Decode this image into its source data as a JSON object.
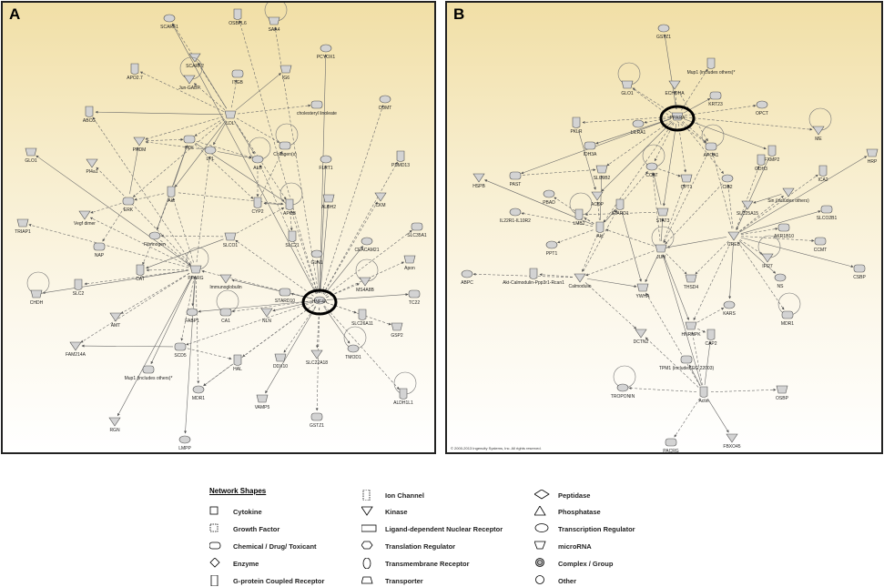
{
  "panels": [
    {
      "letter": "A",
      "nodes": [
        {
          "id": "SCARF1",
          "label": "SCARF1"
        },
        {
          "id": "OSBPL6",
          "label": "OSBPL6"
        },
        {
          "id": "SAA4",
          "label": "SAA4"
        },
        {
          "id": "SCARF2",
          "label": "SCARF2"
        },
        {
          "id": "ITGB",
          "label": "ITGB"
        },
        {
          "id": "PCYOX1",
          "label": "PCYOX1"
        },
        {
          "id": "APOL",
          "label": "APO2.7"
        },
        {
          "id": "IGS",
          "label": "IG6"
        },
        {
          "id": "JUNGABP",
          "label": "Jun-GABP"
        },
        {
          "id": "CHOL",
          "label": "cholesteryl linoleate"
        },
        {
          "id": "COMT",
          "label": "COMT"
        },
        {
          "id": "ABCG",
          "label": "ABCG"
        },
        {
          "id": "LDL",
          "label": "LDL"
        },
        {
          "id": "PRDM",
          "label": "PRDM"
        },
        {
          "id": "COLL",
          "label": "Collagen(s)"
        },
        {
          "id": "FLRT1",
          "label": "FLRT1"
        },
        {
          "id": "PSMD13",
          "label": "PSMD13"
        },
        {
          "id": "GLO1",
          "label": "GLO1"
        },
        {
          "id": "PI4A1",
          "label": "PI4a1"
        },
        {
          "id": "HDL",
          "label": "HDL"
        },
        {
          "id": "ALB",
          "label": "ALB"
        },
        {
          "id": "AKT",
          "label": "Akt"
        },
        {
          "id": "TRIAP1",
          "label": "TRIAP1"
        },
        {
          "id": "VEGF",
          "label": "Vegf dimer"
        },
        {
          "id": "ERK",
          "label": "ERK"
        },
        {
          "id": "FLDC",
          "label": "Fibrinogen"
        },
        {
          "id": "APOB",
          "label": "APOB"
        },
        {
          "id": "ALDH2",
          "label": "ALDH2"
        },
        {
          "id": "CKM",
          "label": "CKM"
        },
        {
          "id": "SLC35A1",
          "label": "SLC35A1"
        },
        {
          "id": "CEACAM21",
          "label": "CEACAM21"
        },
        {
          "id": "CAT",
          "label": "CAT"
        },
        {
          "id": "PPARG",
          "label": "PPARG"
        },
        {
          "id": "IMMG",
          "label": "Immunoglobulin"
        },
        {
          "id": "STARD10",
          "label": "STARD10"
        },
        {
          "id": "GLN1",
          "label": "GLN1"
        },
        {
          "id": "SLC21",
          "label": "SLC21"
        },
        {
          "id": "APON",
          "label": "Apon"
        },
        {
          "id": "MS4A8B",
          "label": "MS4A8B"
        },
        {
          "id": "TC22",
          "label": "TC22"
        },
        {
          "id": "HNF4A",
          "label": "HNF4A",
          "highlight": true
        },
        {
          "id": "CYP2",
          "label": "CYP2"
        },
        {
          "id": "SLCO1",
          "label": "SLCO1"
        },
        {
          "id": "NLN",
          "label": "NLN"
        },
        {
          "id": "CA1",
          "label": "CA1"
        },
        {
          "id": "FABP",
          "label": "FABP1"
        },
        {
          "id": "SLC26A11",
          "label": "SLC26A11"
        },
        {
          "id": "GSP2",
          "label": "GSP2"
        },
        {
          "id": "FAM214A",
          "label": "FAM214A"
        },
        {
          "id": "SCD5",
          "label": "SCD5"
        },
        {
          "id": "TMOD1",
          "label": "TMOD1"
        },
        {
          "id": "HAL",
          "label": "HAL"
        },
        {
          "id": "DDX10",
          "label": "DDX10"
        },
        {
          "id": "SLC22A18",
          "label": "SLC22A18"
        },
        {
          "id": "MUP1",
          "label": "Mup1 (includes others)*"
        },
        {
          "id": "MDR1",
          "label": "MDR1"
        },
        {
          "id": "ALDH1L1",
          "label": "ALDH1L1"
        },
        {
          "id": "VAMP5",
          "label": "VAMP5"
        },
        {
          "id": "RGN",
          "label": "RGN"
        },
        {
          "id": "GSTZ1",
          "label": "GSTZ1"
        },
        {
          "id": "LMPP",
          "label": "LMPP"
        },
        {
          "id": "SLC2",
          "label": "SLC2"
        },
        {
          "id": "CHDH",
          "label": "CHDH"
        },
        {
          "id": "AMT",
          "label": "AMT"
        },
        {
          "id": "NAP",
          "label": "NAP"
        },
        {
          "id": "LPL",
          "label": "LPL"
        }
      ]
    },
    {
      "letter": "B",
      "copyright": "© 2000-2013 Ingenuity Systems, Inc. All rights reserved.",
      "nodes": [
        {
          "id": "GSTZ1",
          "label": "GSTZ1"
        },
        {
          "id": "MUP1",
          "label": "Mup1 (includes others)*"
        },
        {
          "id": "GLO1",
          "label": "GLO1"
        },
        {
          "id": "ECHDHA",
          "label": "ECHDHA"
        },
        {
          "id": "KRT23",
          "label": "KRT23"
        },
        {
          "id": "OPCT",
          "label": "OPCT"
        },
        {
          "id": "PKLR",
          "label": "PKLR"
        },
        {
          "id": "PPARA",
          "label": "PPARA",
          "highlight": true
        },
        {
          "id": "ME",
          "label": "ME"
        },
        {
          "id": "IDH3A",
          "label": "IDH3A"
        },
        {
          "id": "LILRA1",
          "label": "LILRA1"
        },
        {
          "id": "FXMP2",
          "label": "FXMP2"
        },
        {
          "id": "SLC9B2",
          "label": "SLC9B2"
        },
        {
          "id": "ACDP",
          "label": "ACDP"
        },
        {
          "id": "APOA1",
          "label": "APOA1"
        },
        {
          "id": "CIB2",
          "label": "CIB2"
        },
        {
          "id": "GDH3",
          "label": "GDH3"
        },
        {
          "id": "HRP",
          "label": "HRP"
        },
        {
          "id": "HSPB",
          "label": "HSPB"
        },
        {
          "id": "PAST",
          "label": "PAST"
        },
        {
          "id": "CCAT",
          "label": "CCAT"
        },
        {
          "id": "ICA2",
          "label": "ICA2"
        },
        {
          "id": "CPT1",
          "label": "CPT1"
        },
        {
          "id": "SIN",
          "label": "Sin (includes others)"
        },
        {
          "id": "SLC02B1",
          "label": "SLCO2B1"
        },
        {
          "id": "IL22R",
          "label": "IL22R1-IL10R2"
        },
        {
          "id": "LMB2",
          "label": "LMB2"
        },
        {
          "id": "STAT3",
          "label": "STAT3"
        },
        {
          "id": "SLC25A15",
          "label": "SLC25A15"
        },
        {
          "id": "AKR1B10",
          "label": "AKR1B10"
        },
        {
          "id": "PPT1",
          "label": "PPT1"
        },
        {
          "id": "AKT",
          "label": "Akt"
        },
        {
          "id": "JUN",
          "label": "JUN"
        },
        {
          "id": "CREB",
          "label": "CREB"
        },
        {
          "id": "CCMT",
          "label": "CCMT"
        },
        {
          "id": "ABPC",
          "label": "ABPC"
        },
        {
          "id": "AKTCAL",
          "label": "Akt-Calmodulin-Ppp3r1-Rcan1"
        },
        {
          "id": "THSD4",
          "label": "THSD4"
        },
        {
          "id": "IFI27",
          "label": "IFI27"
        },
        {
          "id": "CSBP",
          "label": "CSBP"
        },
        {
          "id": "PBAD",
          "label": "PBAD"
        },
        {
          "id": "STARD1",
          "label": "STARD1"
        },
        {
          "id": "YWHA",
          "label": "YWHA"
        },
        {
          "id": "CALM",
          "label": "Calmodulin"
        },
        {
          "id": "MDR1",
          "label": "MDR1"
        },
        {
          "id": "KARS",
          "label": "KARS"
        },
        {
          "id": "CAP2",
          "label": "CAP2"
        },
        {
          "id": "HNRNPK",
          "label": "HNRNPK"
        },
        {
          "id": "DCTN2",
          "label": "DCTN2"
        },
        {
          "id": "TPM1",
          "label": "TPM1 (includes EG:22003)"
        },
        {
          "id": "TROPONIN",
          "label": "TROPONIN"
        },
        {
          "id": "ACTIN",
          "label": "Actin"
        },
        {
          "id": "OSBP",
          "label": "OSBP"
        },
        {
          "id": "FBXO45",
          "label": "FBXO45"
        },
        {
          "id": "PACRG",
          "label": "PACRG"
        },
        {
          "id": "NS",
          "label": "NS"
        }
      ]
    }
  ],
  "legend": {
    "title": "Network Shapes",
    "items": [
      {
        "shape": "cytokine",
        "label": "Cytokine"
      },
      {
        "shape": "growth-factor",
        "label": "Growth Factor"
      },
      {
        "shape": "chemical",
        "label": "Chemical / Drug/ Toxicant"
      },
      {
        "shape": "enzyme",
        "label": "Enzyme"
      },
      {
        "shape": "gpcr",
        "label": "G-protein Coupled Receptor"
      },
      {
        "shape": "ion-channel",
        "label": "Ion Channel"
      },
      {
        "shape": "kinase",
        "label": "Kinase"
      },
      {
        "shape": "nuclear-receptor",
        "label": "Ligand-dependent Nuclear Receptor"
      },
      {
        "shape": "translation-regulator",
        "label": "Translation Regulator"
      },
      {
        "shape": "transmembrane-receptor",
        "label": "Transmembrane Receptor"
      },
      {
        "shape": "transporter",
        "label": "Transporter"
      },
      {
        "shape": "peptidase",
        "label": "Peptidase"
      },
      {
        "shape": "phosphatase",
        "label": "Phosphatase"
      },
      {
        "shape": "transcription-regulator",
        "label": "Transcription Regulator"
      },
      {
        "shape": "microrna",
        "label": "microRNA"
      },
      {
        "shape": "complex",
        "label": "Complex / Group"
      },
      {
        "shape": "other",
        "label": "Other"
      }
    ]
  }
}
